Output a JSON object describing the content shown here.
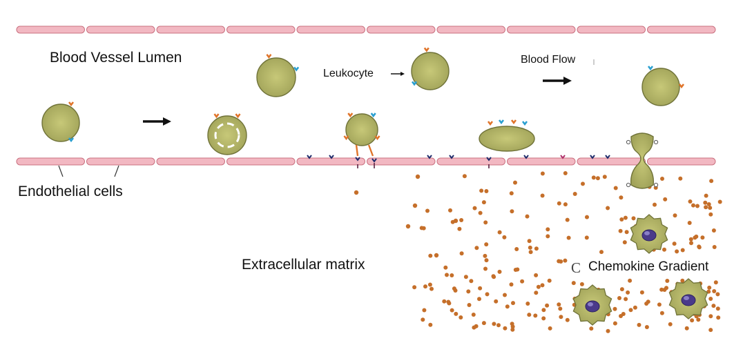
{
  "labels": {
    "lumen": "Blood Vessel Lumen",
    "leukocyte": "Leukocyte",
    "blood_flow": "Blood Flow",
    "endothelial": "Endothelial cells",
    "ecm": "Extracellular matrix",
    "chemokine": "Chemokine Gradient",
    "chemokine_fragment": "C"
  },
  "colors": {
    "endothelium_fill": "#f2b8c2",
    "endothelium_stroke": "#c9707f",
    "cell_fill": "#a9ab62",
    "cell_stroke": "#6f7238",
    "cell_highlight": "#c3c476",
    "selectin_orange": "#e0742a",
    "integrin_blue": "#2a9fd0",
    "chemokine_dot": "#c56f2a",
    "nucleus": "#4a3a8a"
  },
  "icons": {
    "flow_arrow": "right-arrow-icon",
    "rolling_arrow": "right-arrow-icon",
    "leukocyte_pointer": "small-right-arrow-icon"
  }
}
